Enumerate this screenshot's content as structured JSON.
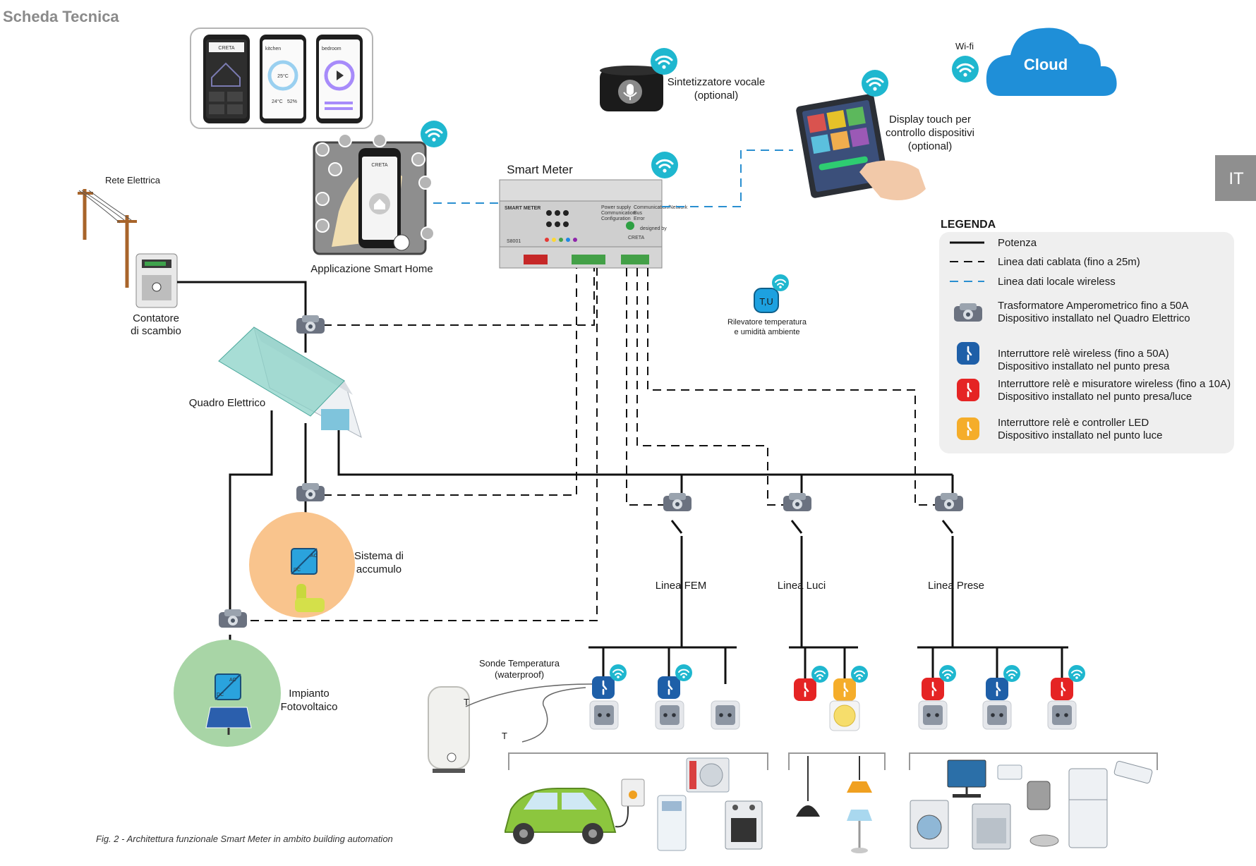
{
  "header": {
    "title": "Scheda Tecnica"
  },
  "lang_tab": {
    "label": "IT"
  },
  "colors": {
    "wifi": "#1fb7cf",
    "relay_blue": "#1e5fa8",
    "relay_red": "#e52424",
    "relay_orange": "#f5ad2a",
    "accumulo_circle": "#f9c48d",
    "fotovoltaico_circle": "#a8d5a6",
    "cloud": "#1f8fd8",
    "legend_panel": "#efefef",
    "lang_tab": "#8f8f8f",
    "wireless_line": "#2a8fd0"
  },
  "labels": {
    "cloud": "Cloud",
    "wifi": "Wi-fi",
    "voice_1": "Sintetizzatore vocale",
    "voice_2": "(optional)",
    "display_1": "Display touch per",
    "display_2": "controllo dispositivi",
    "display_3": "(optional)",
    "smart_meter": "Smart Meter",
    "app": "Applicazione Smart Home",
    "rete": "Rete Elettrica",
    "contatore_1": "Contatore",
    "contatore_2": "di scambio",
    "quadro": "Quadro Elettrico",
    "sensor_1": "Rilevatore temperatura",
    "sensor_2": "e umidità ambiente",
    "sensor_icon": "T,U",
    "accumulo_1": "Sistema di",
    "accumulo_2": "accumulo",
    "fotovoltaico_1": "Impianto",
    "fotovoltaico_2": "Fotovoltaico",
    "linea_fem": "Linea FEM",
    "linea_luci": "Linea Luci",
    "linea_prese": "Linea Prese",
    "sonde_1": "Sonde Temperatura",
    "sonde_2": "(waterproof)",
    "sonde_t": "T",
    "ac": "AC",
    "dc": "DC",
    "caption": "Fig. 2 - Architettura funzionale Smart Meter in ambito building automation"
  },
  "meter": {
    "model": "SMART METER",
    "code": "S8001",
    "brand": "CRETA",
    "designed": "designed by",
    "status_1": "Power supply",
    "status_2": "Communication",
    "status_3": "Configuration",
    "status_4": "Communication/Network",
    "status_5": "Bus",
    "status_6": "Error"
  },
  "phones": {
    "app_brand": "CRETA",
    "room_1": "kitchen",
    "room_2": "bedroom",
    "temp": "25°C",
    "reading_1": "24°C",
    "reading_2": "52%"
  },
  "legend": {
    "title": "LEGENDA",
    "items": [
      {
        "line1": "Potenza",
        "line2": ""
      },
      {
        "line1": "Linea dati cablata (fino a 25m)",
        "line2": ""
      },
      {
        "line1": "Linea dati locale wireless",
        "line2": ""
      },
      {
        "line1": "Trasformatore Amperometrico fino a 50A",
        "line2": "Dispositivo installato nel Quadro Elettrico"
      },
      {
        "line1": "Interruttore relè wireless (fino a 50A)",
        "line2": "Dispositivo installato nel punto presa"
      },
      {
        "line1": "Interruttore relè  e misuratore wireless (fino a 10A)",
        "line2": "Dispositivo installato nel punto presa/luce"
      },
      {
        "line1": "Interruttore relè  e controller LED",
        "line2": "Dispositivo installato nel punto luce"
      }
    ]
  }
}
